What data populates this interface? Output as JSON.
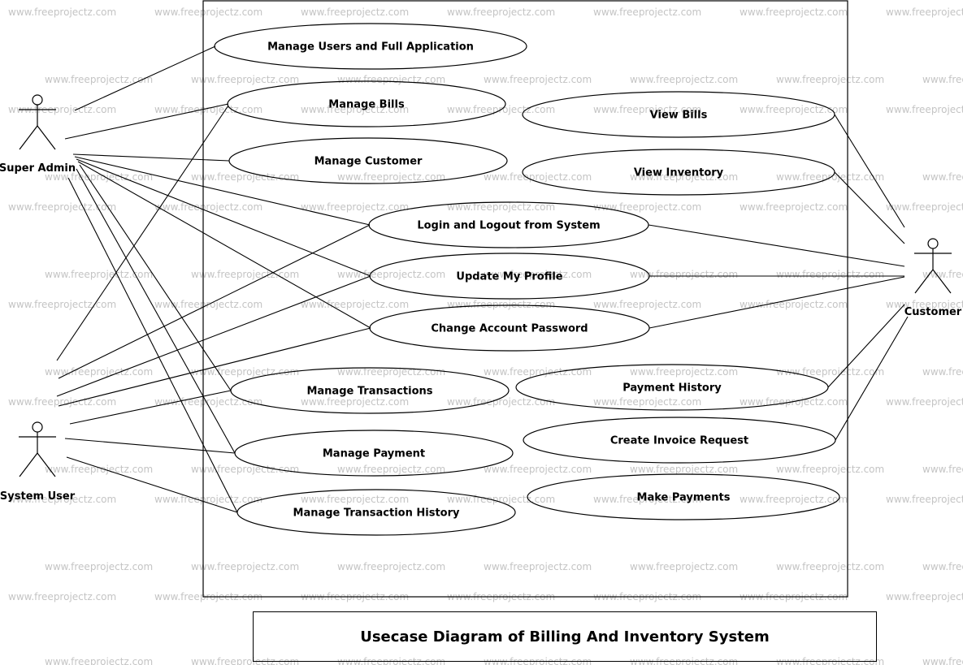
{
  "diagram": {
    "title": "Usecase Diagram of Billing And Inventory System",
    "watermark": "www.freeprojectz.com",
    "actors": [
      {
        "id": "super_admin",
        "name": "Super Admin"
      },
      {
        "id": "system_user",
        "name": "System User"
      },
      {
        "id": "customer",
        "name": "Customer"
      }
    ],
    "use_cases": [
      {
        "id": "manage_users",
        "label": "Manage Users and Full Application"
      },
      {
        "id": "manage_bills",
        "label": "Manage Bills"
      },
      {
        "id": "manage_customer",
        "label": "Manage Customer"
      },
      {
        "id": "login_logout",
        "label": "Login and Logout from System"
      },
      {
        "id": "update_profile",
        "label": "Update My Profile"
      },
      {
        "id": "change_password",
        "label": "Change Account Password"
      },
      {
        "id": "manage_transactions",
        "label": "Manage Transactions"
      },
      {
        "id": "manage_payment",
        "label": "Manage Payment"
      },
      {
        "id": "manage_transaction_history",
        "label": "Manage Transaction History"
      },
      {
        "id": "view_bills",
        "label": "View Bills"
      },
      {
        "id": "view_inventory",
        "label": "View Inventory"
      },
      {
        "id": "payment_history",
        "label": "Payment History"
      },
      {
        "id": "create_invoice_request",
        "label": "Create Invoice Request"
      },
      {
        "id": "make_payments",
        "label": "Make Payments"
      }
    ],
    "associations": [
      {
        "actor": "super_admin",
        "use_case": "manage_users"
      },
      {
        "actor": "super_admin",
        "use_case": "manage_bills"
      },
      {
        "actor": "super_admin",
        "use_case": "manage_customer"
      },
      {
        "actor": "super_admin",
        "use_case": "login_logout"
      },
      {
        "actor": "super_admin",
        "use_case": "update_profile"
      },
      {
        "actor": "super_admin",
        "use_case": "change_password"
      },
      {
        "actor": "super_admin",
        "use_case": "manage_transactions"
      },
      {
        "actor": "super_admin",
        "use_case": "manage_payment"
      },
      {
        "actor": "super_admin",
        "use_case": "manage_transaction_history"
      },
      {
        "actor": "system_user",
        "use_case": "manage_bills"
      },
      {
        "actor": "system_user",
        "use_case": "login_logout"
      },
      {
        "actor": "system_user",
        "use_case": "update_profile"
      },
      {
        "actor": "system_user",
        "use_case": "change_password"
      },
      {
        "actor": "system_user",
        "use_case": "manage_transactions"
      },
      {
        "actor": "system_user",
        "use_case": "manage_payment"
      },
      {
        "actor": "system_user",
        "use_case": "manage_transaction_history"
      },
      {
        "actor": "customer",
        "use_case": "view_bills"
      },
      {
        "actor": "customer",
        "use_case": "view_inventory"
      },
      {
        "actor": "customer",
        "use_case": "login_logout"
      },
      {
        "actor": "customer",
        "use_case": "update_profile"
      },
      {
        "actor": "customer",
        "use_case": "change_password"
      },
      {
        "actor": "customer",
        "use_case": "payment_history"
      },
      {
        "actor": "customer",
        "use_case": "create_invoice_request"
      }
    ]
  }
}
